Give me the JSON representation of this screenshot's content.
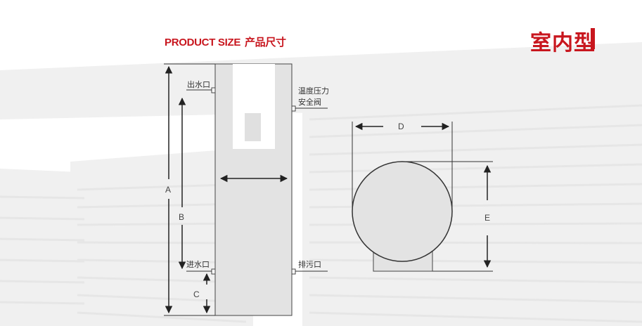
{
  "header": {
    "product_size_en": "PRODUCT SIZE",
    "product_size_cn": "产品尺寸",
    "model_type": "室内型"
  },
  "front_view": {
    "outlet": "出水口",
    "relief_valve_line1": "温度压力",
    "relief_valve_line2": "安全阀",
    "inlet": "进水口",
    "drain": "排污口",
    "dim_a": "A",
    "dim_b": "B",
    "dim_c": "C"
  },
  "top_view": {
    "dim_d": "D",
    "dim_e": "E"
  },
  "colors": {
    "accent": "#c8161e",
    "body_fill": "#e3e3e3",
    "line": "#222222"
  }
}
